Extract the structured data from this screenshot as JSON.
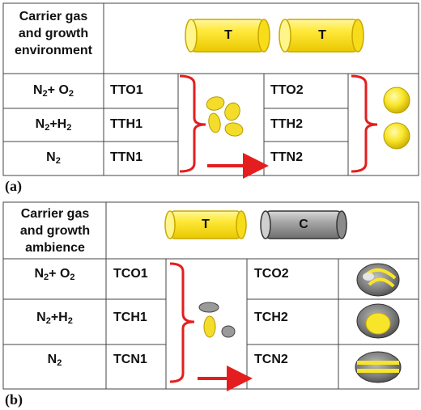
{
  "panel_a": {
    "label": "(a)",
    "header_lines": [
      "Carrier gas",
      "and growth",
      "environment"
    ],
    "furnace_labels": [
      "T",
      "T"
    ],
    "rows": [
      {
        "gas_main": "N",
        "gas_sub": "2",
        "gas_rest": "+ O",
        "gas_rest_sub": "2",
        "stage1": "TTO1",
        "stage2": "TTO2"
      },
      {
        "gas_main": "N",
        "gas_sub": "2",
        "gas_rest": "+H",
        "gas_rest_sub": "2",
        "stage1": "TTH1",
        "stage2": "TTH2"
      },
      {
        "gas_main": "N",
        "gas_sub": "2",
        "gas_rest": "",
        "gas_rest_sub": "",
        "stage1": "TTN1",
        "stage2": "TTN2"
      }
    ]
  },
  "panel_b": {
    "label": "(b)",
    "header_lines": [
      "Carrier gas",
      "and growth",
      "ambience"
    ],
    "furnace_labels": [
      "T",
      "C"
    ],
    "rows": [
      {
        "gas_main": "N",
        "gas_sub": "2",
        "gas_rest": "+ O",
        "gas_rest_sub": "2",
        "stage1": "TCO1",
        "stage2": "TCO2"
      },
      {
        "gas_main": "N",
        "gas_sub": "2",
        "gas_rest": "+H",
        "gas_rest_sub": "2",
        "stage1": "TCH1",
        "stage2": "TCH2"
      },
      {
        "gas_main": "N",
        "gas_sub": "2",
        "gas_rest": "",
        "gas_rest_sub": "",
        "stage1": "TCN1",
        "stage2": "TCN2"
      }
    ]
  },
  "colors": {
    "yellow": "#f7e52a",
    "yellow_dark": "#c9a800",
    "gray": "#8a8a8a",
    "arrow_red": "#e41e1e",
    "border": "#444444"
  }
}
